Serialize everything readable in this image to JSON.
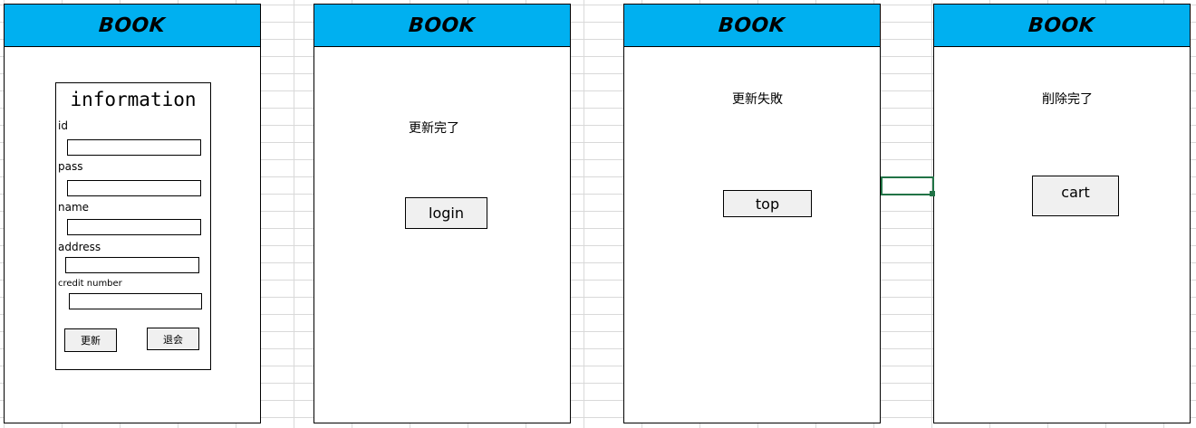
{
  "header": {
    "title": "BOOK"
  },
  "screen1": {
    "form_title": "information",
    "fields": [
      {
        "label": "id",
        "value": ""
      },
      {
        "label": "pass",
        "value": ""
      },
      {
        "label": "name",
        "value": ""
      },
      {
        "label": "address",
        "value": ""
      },
      {
        "label": "credit number",
        "value": ""
      }
    ],
    "update_button": "更新",
    "withdraw_button": "退会"
  },
  "screen2": {
    "message": "更新完了",
    "button": "login"
  },
  "screen3": {
    "message": "更新失敗",
    "button": "top"
  },
  "screen4": {
    "message": "削除完了",
    "button": "cart"
  },
  "colors": {
    "header_bg": "#00b0f0",
    "button_bg": "#f0f0f0",
    "selection": "#217346"
  }
}
